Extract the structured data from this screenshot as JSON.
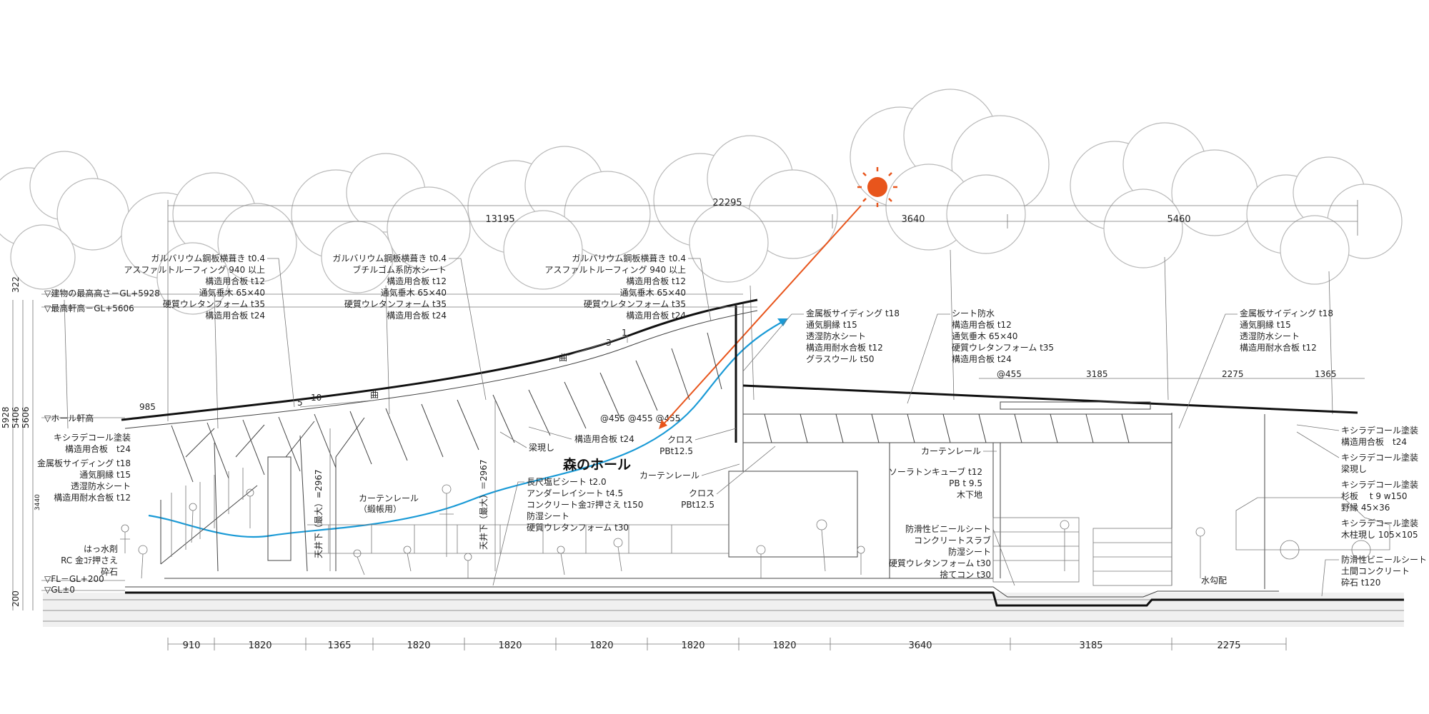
{
  "title": "森のホール",
  "colors": {
    "sun": "#e8551c",
    "sunray": "#e8551c",
    "wind": "#1a9ad6",
    "line": "#333333",
    "tree": "#b9b9b9"
  },
  "dims_top": {
    "total": "22295",
    "left": "13195",
    "mid": "3640",
    "right": "5460",
    "sub_a": "3185",
    "sub_b": "2275",
    "sub_c": "1365",
    "pitch": "@455",
    "rafters": "@455  @455  @455"
  },
  "dims_bottom": [
    "910",
    "1820",
    "1365",
    "1820",
    "1820",
    "1820",
    "1820",
    "1820",
    "3640",
    "3185",
    "2275"
  ],
  "levels": {
    "max_height": "▽建物の最高高さ－GL+5928",
    "max_eave": "▽最高軒高－GL+5606",
    "hall_eave": "▽ホール軒高",
    "fl": "▽FL－GL+200",
    "gl": "▽GL±0",
    "v322": "322",
    "v5928": "5928",
    "v5406": "5406",
    "v5606": "5606",
    "v3440": "3440",
    "v200": "200",
    "v985": "985"
  },
  "slopes": {
    "s1": "1",
    "s3": "3",
    "curve1": "曲",
    "s5": "5",
    "s10": "10",
    "curve2": "曲"
  },
  "notes": {
    "roof_left": [
      "ガルバリウム鋼板横葺き t0.4",
      "アスファルトルーフィング 940 以上",
      "構造用合板 t12",
      "通気垂木 65×40",
      "硬質ウレタンフォーム t35",
      "構造用合板 t24"
    ],
    "roof_mid": [
      "ガルバリウム鋼板横葺き t0.4",
      "ブチルゴム系防水シート",
      "構造用合板 t12",
      "通気垂木 65×40",
      "硬質ウレタンフォーム t35",
      "構造用合板 t24"
    ],
    "roof_right": [
      "ガルバリウム鋼板横葺き t0.4",
      "アスファルトルーフィング 940 以上",
      "構造用合板 t12",
      "通気垂木 65×40",
      "硬質ウレタンフォーム t35",
      "構造用合板 t24"
    ],
    "wall_high": [
      "金属板サイディング t18",
      "通気胴縁 t15",
      "透湿防水シート",
      "構造用耐水合板 t12",
      "グラスウール t50"
    ],
    "roof_flat": [
      "シート防水",
      "構造用合板 t12",
      "通気垂木 65×40",
      "硬質ウレタンフォーム t35",
      "構造用合板 t24"
    ],
    "wall_right": [
      "金属板サイディング t18",
      "通気胴縁 t15",
      "透湿防水シート",
      "構造用耐水合板 t12"
    ],
    "left_wall": [
      "キシラデコール塗装",
      "構造用合板　t24",
      "金属板サイディング t18",
      "通気胴縁 t15",
      "透湿防水シート",
      "構造用耐水合板 t12"
    ],
    "left_found": [
      "はっ水剤",
      "RC 金ｺﾃ押さえ",
      "砕石"
    ],
    "ceiling": "構造用合板 t24",
    "beam": "梁現し",
    "cross1": [
      "クロス",
      "PBt12.5"
    ],
    "curtain_rail": "カーテンレール",
    "cross2": [
      "クロス",
      "PBt12.5"
    ],
    "curtain_rail2": "カーテンレール",
    "curtain_left": [
      "カーテンレール",
      "（緞帳用）"
    ],
    "inner_h1": "天井下（最大）=2967",
    "inner_h2": "天井下（最大）＝2967",
    "floor_hall": [
      "長尺塩ビシート t2.0",
      "アンダーレイシート t4.5",
      "コンクリート金ｺﾃ押さえ t150",
      "防湿シート",
      "硬質ウレタンフォーム t30"
    ],
    "ceil_right": [
      "ソーラトンキューブ t12",
      "PB t 9.5",
      "木下地"
    ],
    "floor_right": [
      "防滑性ビニールシート",
      "コンクリートスラブ",
      "防湿シート",
      "硬質ウレタンフォーム t30",
      "捨てコン t30"
    ],
    "eave_right": [
      "キシラデコール塗装",
      "構造用合板　t24",
      "キシラデコール塗装",
      "梁現し",
      "キシラデコール塗装",
      "杉板　 t 9 w150",
      "野縁 45×36",
      "キシラデコール塗装",
      "木柱現し 105×105"
    ],
    "floor_out": [
      "防滑性ビニールシート",
      "土間コンクリート",
      "砕石 t120"
    ],
    "drain": "水勾配"
  }
}
